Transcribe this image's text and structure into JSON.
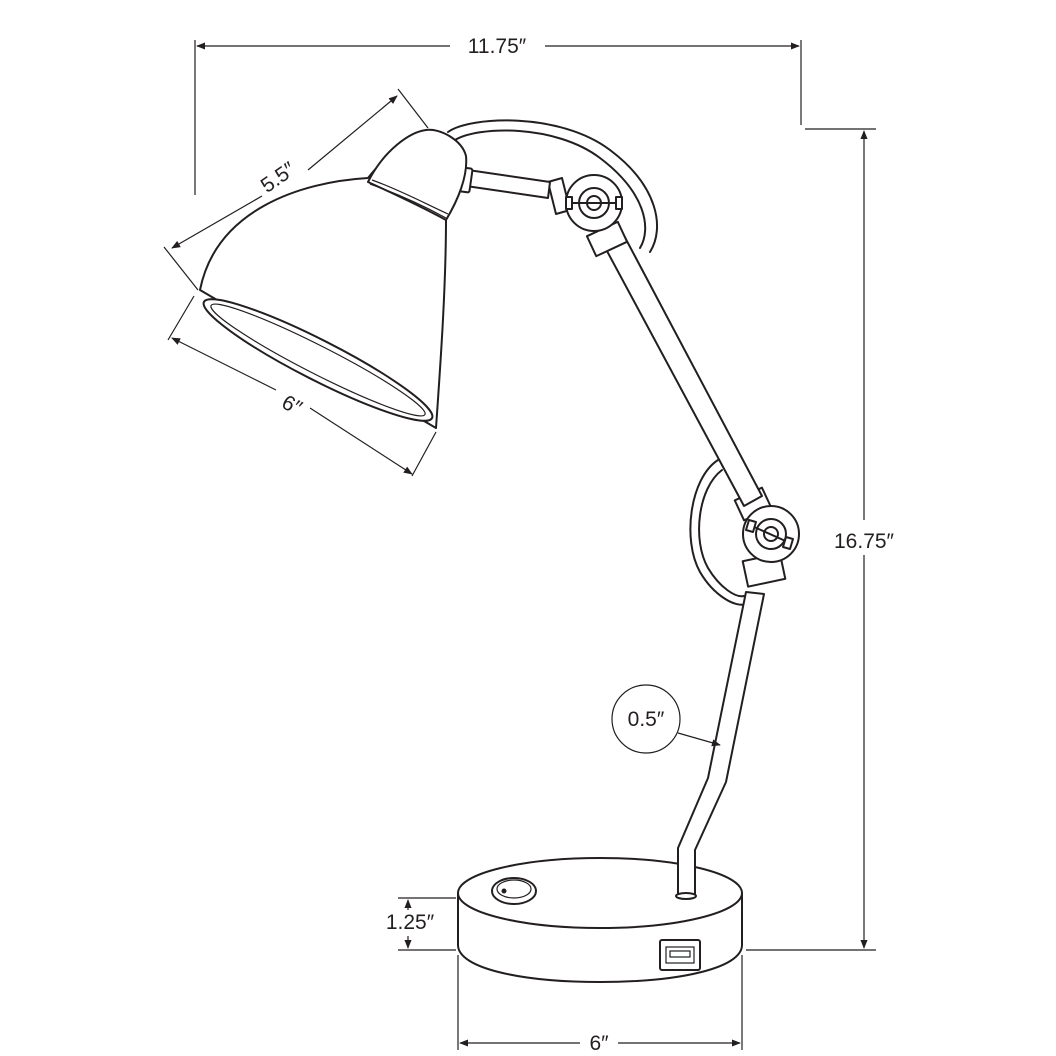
{
  "dimensions": {
    "overall_width": "11.75″",
    "overall_height": "16.75″",
    "shade_length": "5.5″",
    "shade_diameter": "6″",
    "arm_diameter": "0.5″",
    "base_height": "1.25″",
    "base_diameter": "6″"
  },
  "colors": {
    "line": "#231f20",
    "background": "#ffffff"
  }
}
